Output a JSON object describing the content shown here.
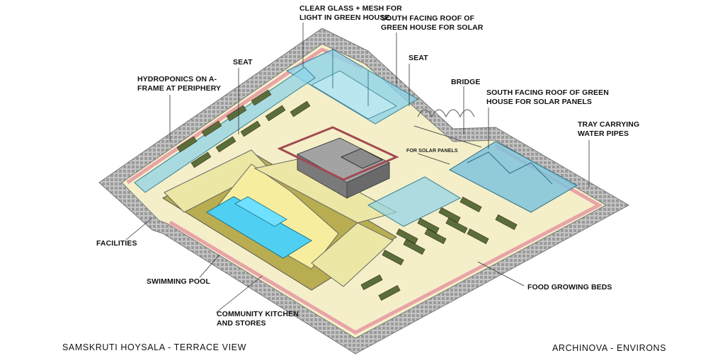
{
  "labels": {
    "clear_glass": "CLEAR GLASS + MESH FOR\nLIGHT IN GREEN HOUSE",
    "south_roof_solar": "SOUTH FACING ROOF OF\nGREEN HOUSE FOR SOLAR",
    "seat_top": "SEAT",
    "seat_left": "SEAT",
    "hydroponics": "HYDROPONICS ON A-\nFRAME AT PERIPHERY",
    "bridge": "BRIDGE",
    "south_roof_panels": "SOUTH FACING ROOF OF GREEN\nHOUSE FOR SOLAR PANELS",
    "tray": "TRAY CARRYING\nWATER PIPES",
    "for_solar_panels": "FOR SOLAR PANELS",
    "facilities": "FACILITIES",
    "swimming_pool": "SWIMMING POOL",
    "community_kitchen": "COMMUNITY KITCHEN\nAND STORES",
    "food_beds": "FOOD GROWING BEDS"
  },
  "footer": {
    "left": "SAMSKRUTI  HOYSALA - TERRACE  VIEW",
    "right": "ARCHINOVA - ENVIRONS"
  },
  "colors": {
    "grating": "#b8b8b8",
    "parapet": "#e8a3a8",
    "glass": "#8fd3e8",
    "floor": "#f3e9b5",
    "beds": "#5a6e3a",
    "pool": "#4fd0f2",
    "roof": "#ece7a4",
    "facade": "#b9ad52",
    "core": "#8a8a8a"
  }
}
